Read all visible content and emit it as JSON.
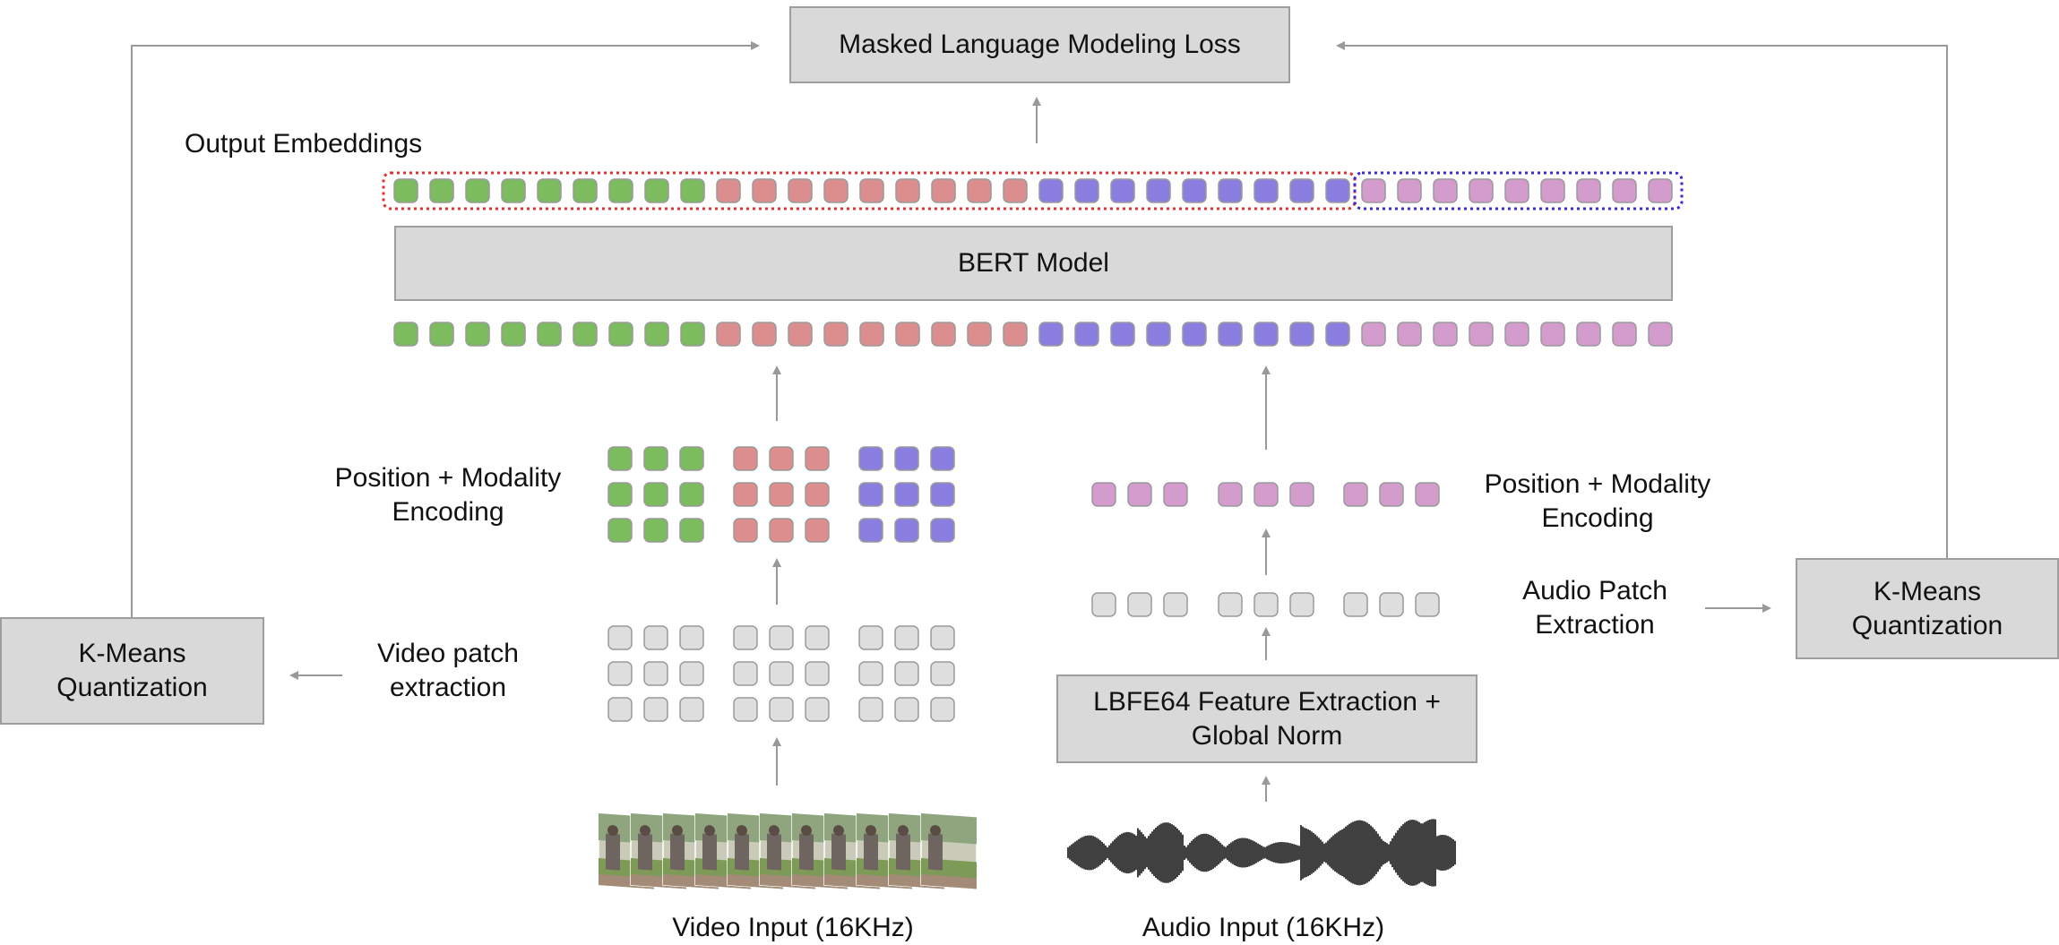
{
  "loss_box": "Masked Language Modeling Loss",
  "output_embeddings_label": "Output Embeddings",
  "bert_box": "BERT Model",
  "video": {
    "encoding_label": [
      "Position + Modality",
      "Encoding"
    ],
    "patch_label": [
      "Video patch",
      "extraction"
    ],
    "kmeans": [
      "K-Means",
      "Quantization"
    ],
    "input_label": "Video Input (16KHz)"
  },
  "audio": {
    "encoding_label": [
      "Position + Modality",
      "Encoding"
    ],
    "patch_label": [
      "Audio Patch",
      "Extraction"
    ],
    "kmeans": [
      "K-Means",
      "Quantization"
    ],
    "feature_box": [
      "LBFE64 Feature Extraction +",
      "Global Norm"
    ],
    "input_label": "Audio Input (16KHz)"
  },
  "colors": {
    "green": "#7dbb5f",
    "red": "#dc8e8e",
    "blue": "#8a7fe0",
    "pink": "#d39ccc",
    "gray_token": "#dedede",
    "box_fill": "#d9d9d9",
    "arrow": "#999999",
    "video_group_outline": "#e03030",
    "audio_group_outline": "#3a2bd0"
  }
}
